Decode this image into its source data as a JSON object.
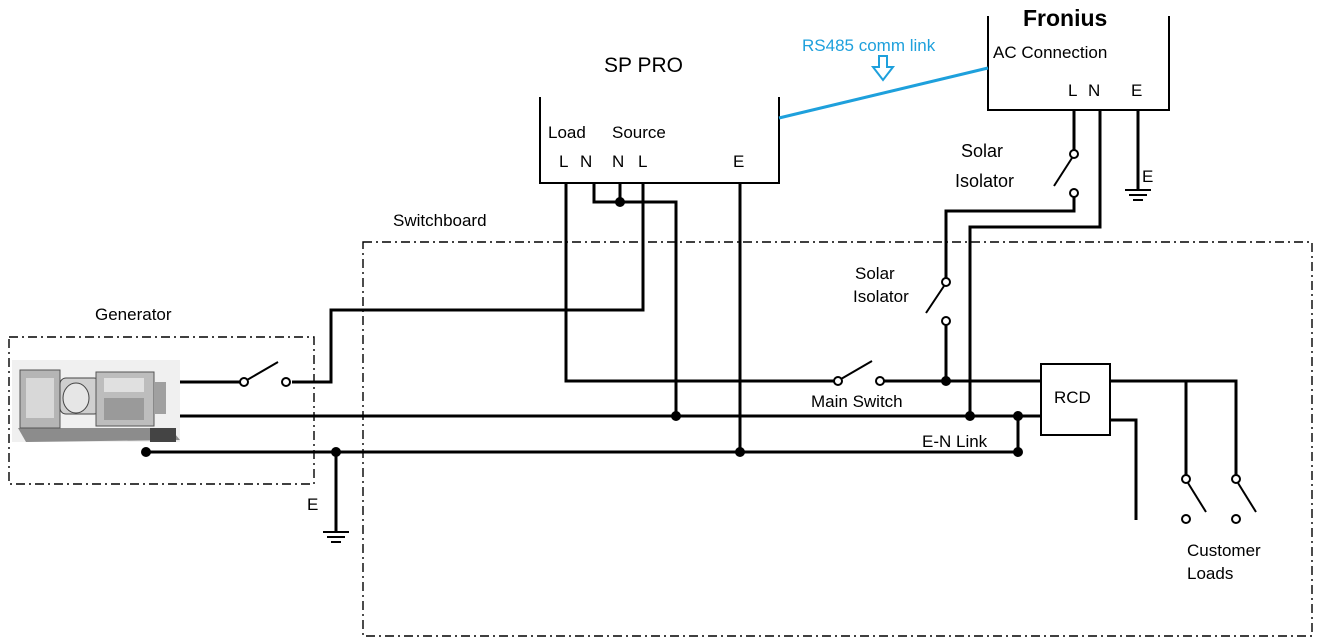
{
  "colors": {
    "comm_link": "#1ea0dc",
    "wire": "#000000",
    "background": "#ffffff"
  },
  "sp_pro": {
    "title": "SP PRO",
    "load_label": "Load",
    "source_label": "Source",
    "load_L": "L",
    "load_N": "N",
    "source_N": "N",
    "source_L": "L",
    "earth": "E"
  },
  "fronius": {
    "title": "Fronius",
    "subtitle": "AC Connection",
    "L": "L",
    "N": "N",
    "E": "E",
    "earth_symbol_label": "E"
  },
  "comm_link": {
    "label": "RS485 comm link",
    "icon": "down-arrow-icon"
  },
  "switchboard": {
    "label": "Switchboard"
  },
  "generator": {
    "label": "Generator",
    "icon": "generator-icon",
    "earth_label": "E"
  },
  "solar_isolator_upper": {
    "line1": "Solar",
    "line2": "Isolator"
  },
  "solar_isolator_lower": {
    "line1": "Solar",
    "line2": "Isolator"
  },
  "main_switch": {
    "label": "Main Switch"
  },
  "rcd": {
    "label": "RCD"
  },
  "en_link": {
    "label": "E-N Link"
  },
  "customer_loads": {
    "line1": "Customer",
    "line2": "Loads"
  }
}
